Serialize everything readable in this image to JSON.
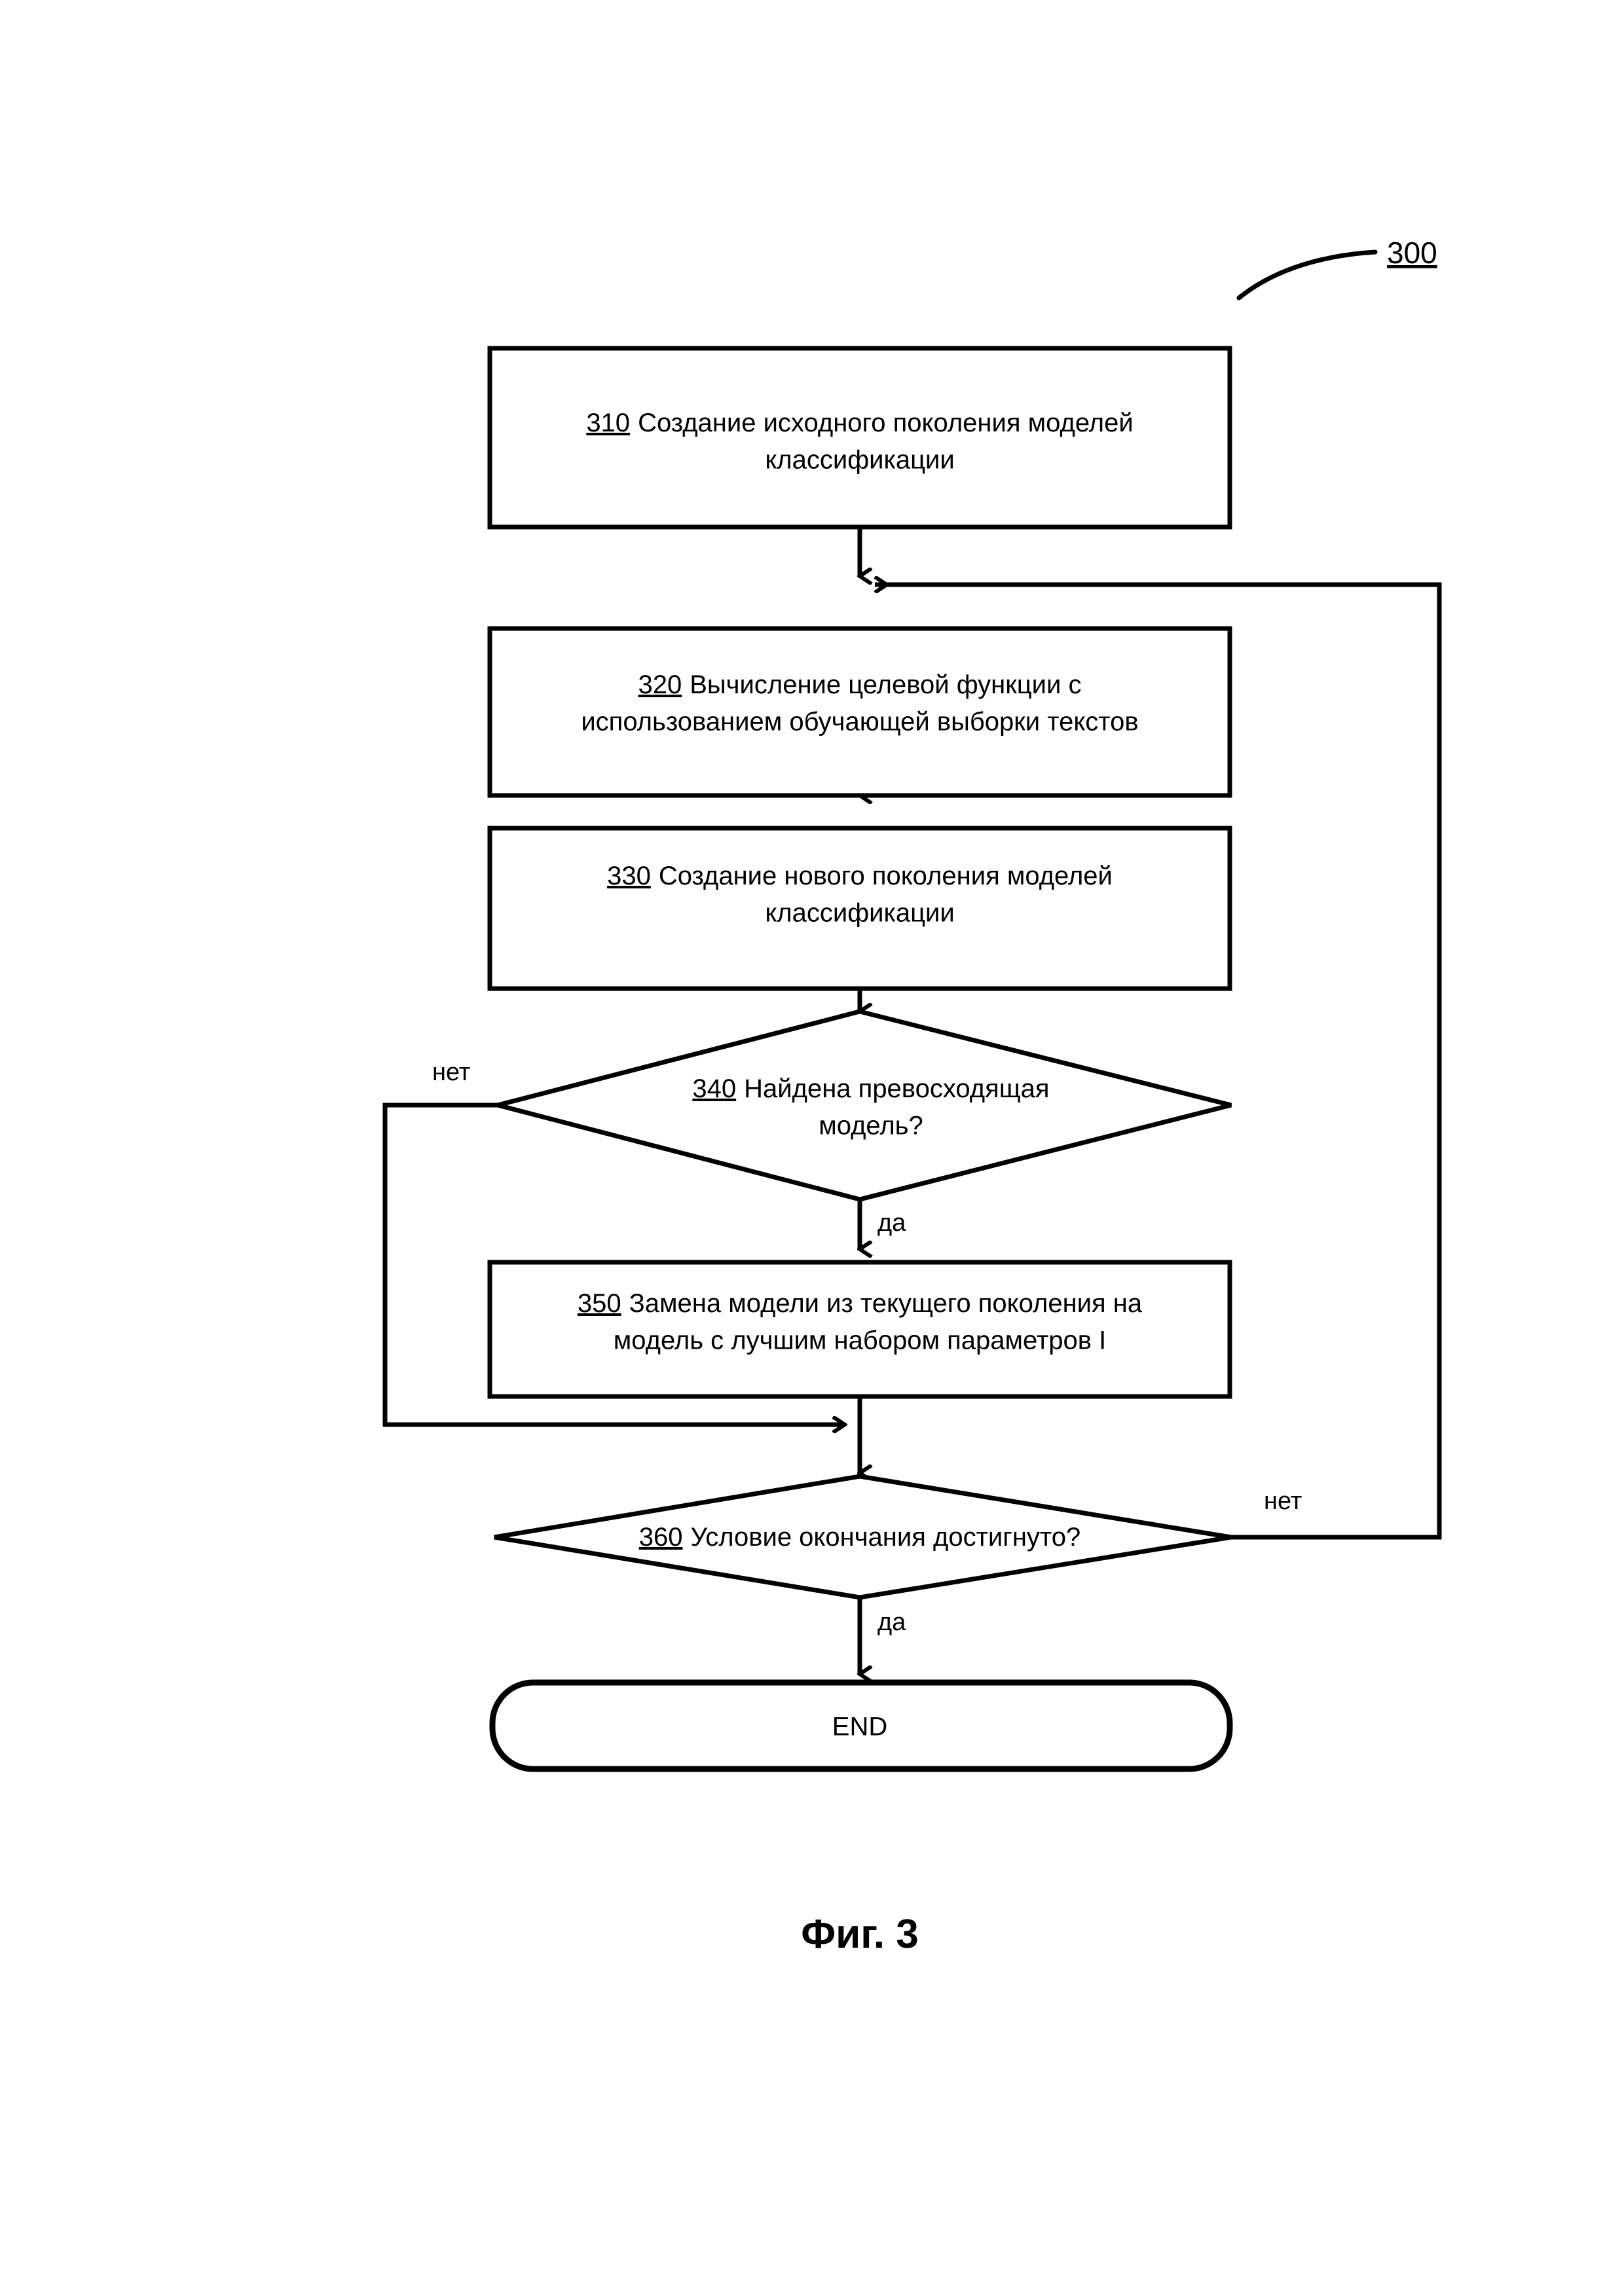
{
  "figure": {
    "caption": "Фиг. 3",
    "diagram_ref": "300"
  },
  "nodes": [
    {
      "id": "310",
      "type": "process",
      "ref": "310",
      "lines": [
        "Создание исходного поколения моделей",
        "классификации"
      ]
    },
    {
      "id": "320",
      "type": "process",
      "ref": "320",
      "lines": [
        "Вычисление целевой функции с",
        "использованием обучающей выборки текстов"
      ]
    },
    {
      "id": "330",
      "type": "process",
      "ref": "330",
      "lines": [
        "Создание нового поколения моделей",
        "классификации"
      ]
    },
    {
      "id": "340",
      "type": "decision",
      "ref": "340",
      "lines": [
        "Найдена превосходящая",
        "модель?"
      ]
    },
    {
      "id": "350",
      "type": "process",
      "ref": "350",
      "lines": [
        "Замена модели из текущего поколения на",
        "модель с лучшим набором параметров I"
      ]
    },
    {
      "id": "360",
      "type": "decision",
      "ref": "360",
      "lines": [
        "Условие окончания достигнуто?"
      ]
    },
    {
      "id": "end",
      "type": "terminator",
      "ref": "",
      "lines": [
        "END"
      ]
    }
  ],
  "edge_labels": {
    "no_340": "нет",
    "yes_340": "да",
    "no_360": "нет",
    "yes_360": "да"
  },
  "colors": {
    "stroke": "#000000",
    "fill": "#ffffff",
    "background": "#ffffff"
  }
}
